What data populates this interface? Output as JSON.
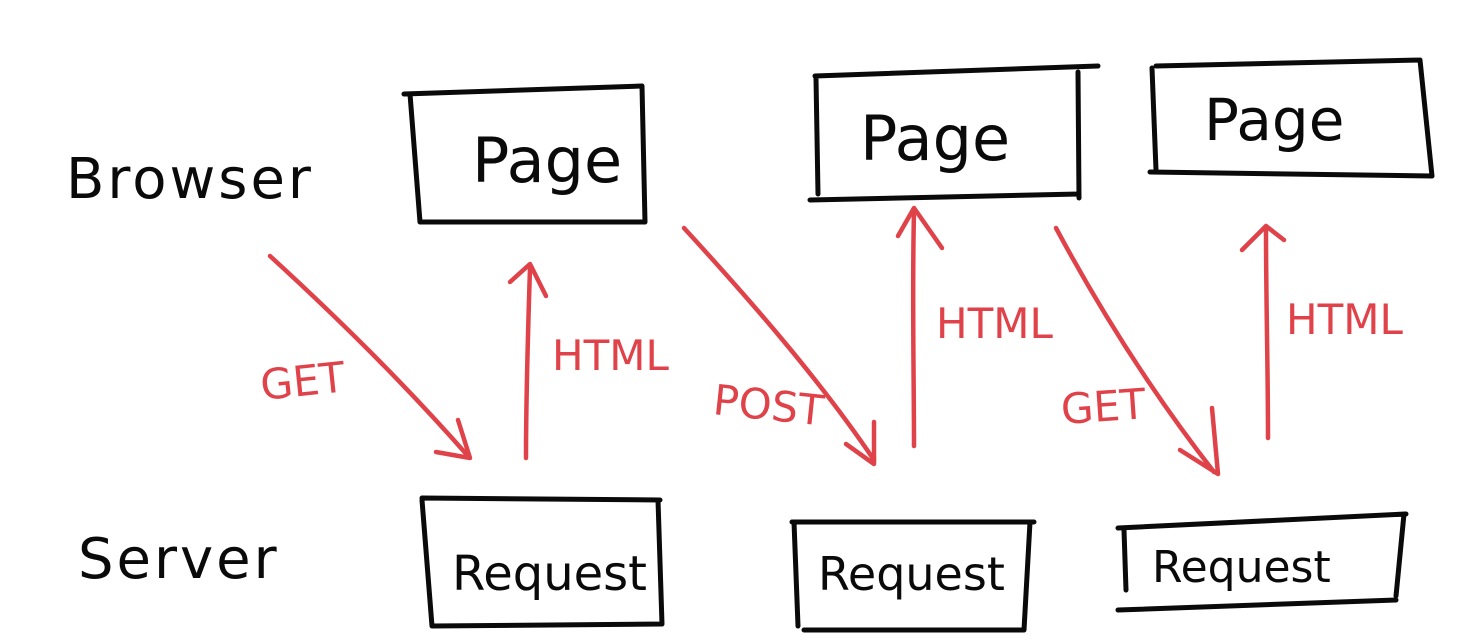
{
  "rows": {
    "browser": "Browser",
    "server": "Server"
  },
  "browser_boxes": [
    {
      "label": "Page"
    },
    {
      "label": "Page"
    },
    {
      "label": "Page"
    }
  ],
  "server_boxes": [
    {
      "label": "Request"
    },
    {
      "label": "Request"
    },
    {
      "label": "Request"
    }
  ],
  "requests": [
    {
      "method": "GET"
    },
    {
      "method": "POST"
    },
    {
      "method": "GET"
    }
  ],
  "responses": [
    {
      "label": "HTML"
    },
    {
      "label": "HTML"
    },
    {
      "label": "HTML"
    }
  ],
  "colors": {
    "ink": "#0a0a0a",
    "arrow": "#e0424a"
  }
}
